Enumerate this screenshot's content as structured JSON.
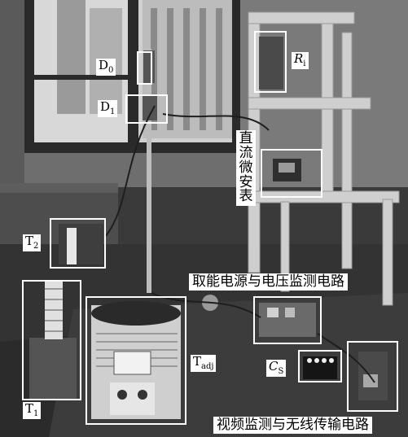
{
  "labels": {
    "d0_main": "D",
    "d0_sub": "0",
    "d1_main": "D",
    "d1_sub": "1",
    "ri_main": "R",
    "ri_sub": "i",
    "microammeter": "直流微安表",
    "t2_main": "T",
    "t2_sub": "2",
    "t1_main": "T",
    "t1_sub": "1",
    "tadj_main": "T",
    "tadj_sub": "adj",
    "cs_main": "C",
    "cs_sub": "S",
    "energy_circuit": "取能电源与电压监测电路",
    "video_circuit": "视频监测与无线传输电路"
  },
  "colors": {
    "box_border": "#ffffff",
    "label_bg": "#ffffff",
    "label_text": "#000000"
  }
}
